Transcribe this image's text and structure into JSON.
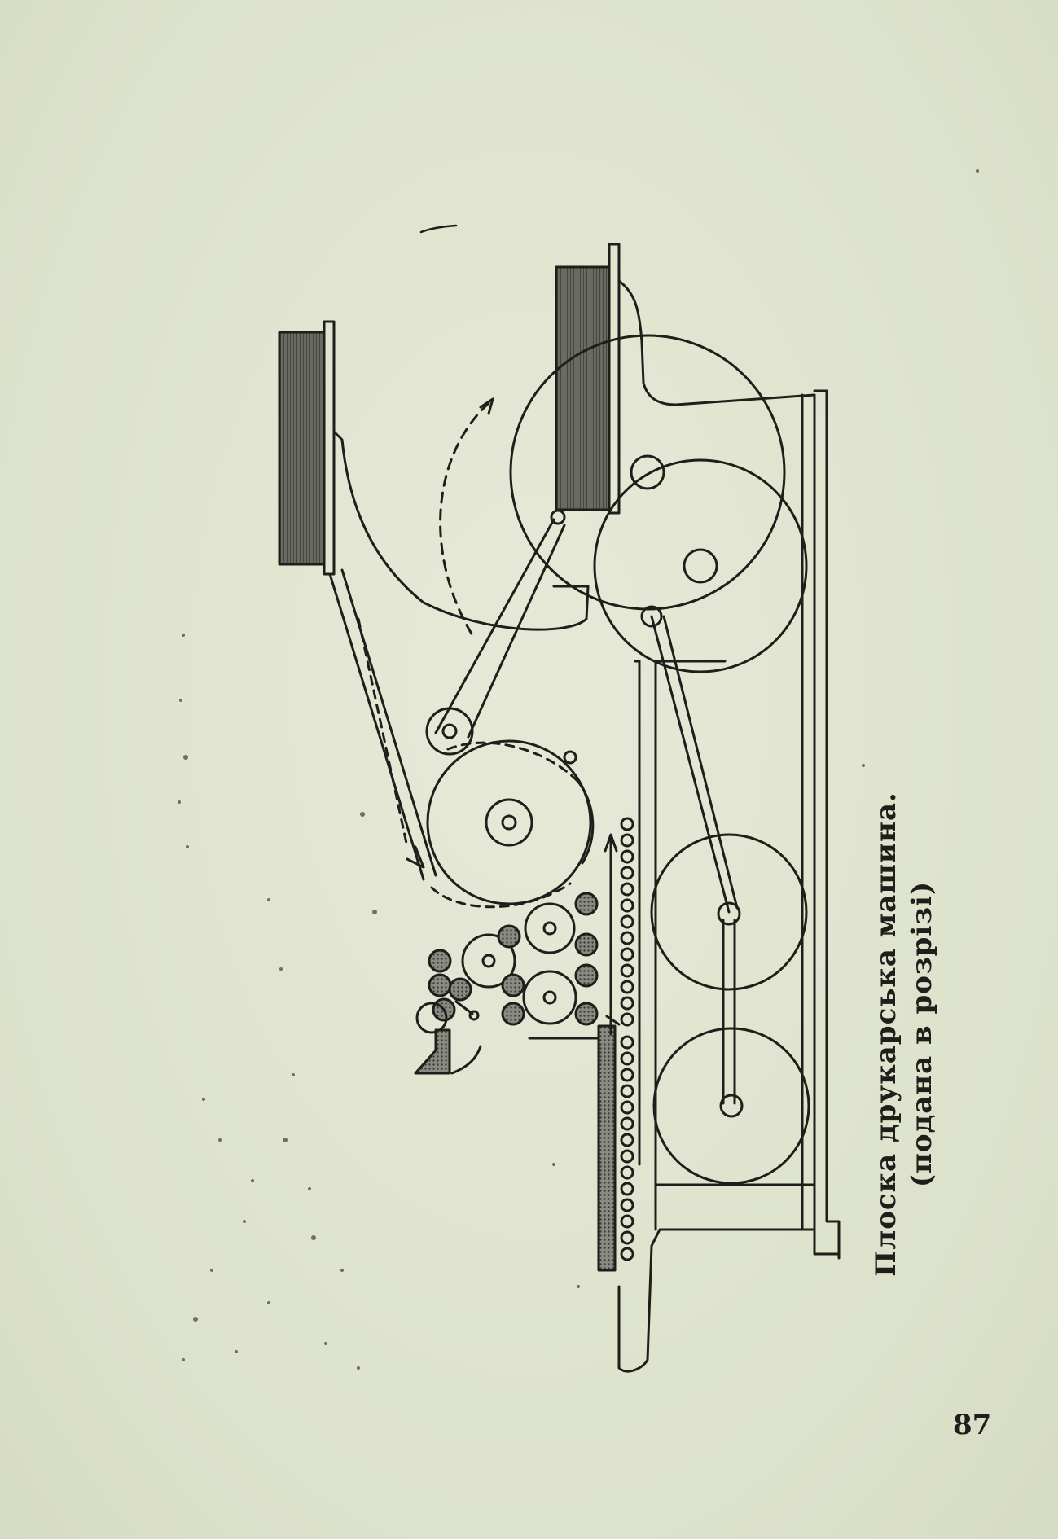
{
  "caption": {
    "line1": "Плоска друкарська машина.",
    "line2": "(подана в розрізі)"
  },
  "page_number": "87",
  "colors": {
    "paper": "#dfe3cf",
    "ink": "#1e1e1a",
    "hatch": "#5a5a52",
    "speckle": "#6e6e66"
  }
}
